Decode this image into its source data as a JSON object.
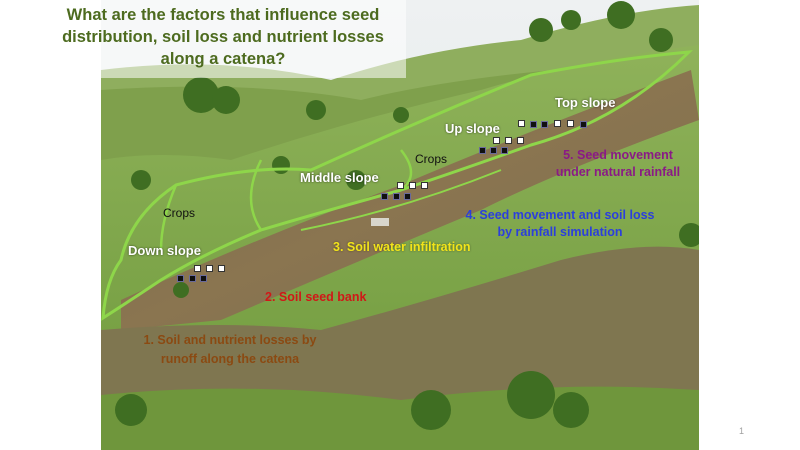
{
  "slide": {
    "title": "What are the factors that influence seed distribution, soil loss and nutrient losses along a catena?",
    "page_number": "1"
  },
  "slope_labels": {
    "top": "Top slope",
    "up": "Up slope",
    "middle": "Middle slope",
    "down": "Down slope"
  },
  "crops_labels": [
    "Crops",
    "Crops"
  ],
  "factors": [
    {
      "number": "1.",
      "text_line1": "Soil and nutrient losses by",
      "text_line2": "runoff along the catena",
      "color": "#8b4a12"
    },
    {
      "number": "2.",
      "text_line1": "Soil seed bank",
      "color": "#d01818"
    },
    {
      "number": "3.",
      "text_line1": "Soil water infiltration",
      "color": "#f2e41a"
    },
    {
      "number": "4.",
      "text_line1": "Seed movement and soil loss",
      "text_line2": "by rainfall simulation",
      "color": "#2b3fdc"
    },
    {
      "number": "5.",
      "text_line1": "Seed movement",
      "text_line2": "under natural rainfall",
      "color": "#8a1a86"
    }
  ],
  "colors": {
    "outline": "#8ed64a",
    "title": "#4d6b1f"
  }
}
